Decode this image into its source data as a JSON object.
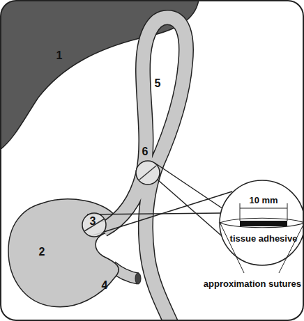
{
  "diagram": {
    "labels": [
      "1",
      "2",
      "3",
      "4",
      "5",
      "6",
      "10 mm",
      "tissue adhesive",
      "approximation sutures"
    ]
  }
}
